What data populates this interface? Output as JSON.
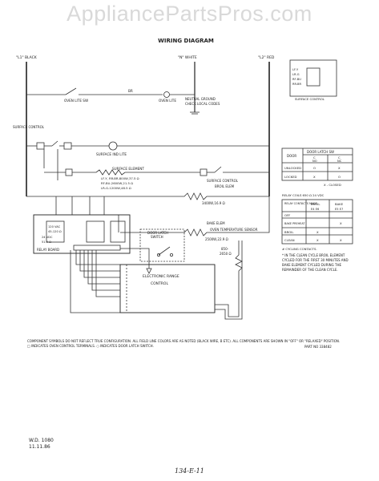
{
  "watermark": "AppliancePartsPros.com",
  "title": "WIRING DIAGRAM",
  "supply": {
    "l1": "\"L1\" BLACK",
    "n": "\"N\" WHITE",
    "l2": "\"L2\" RED"
  },
  "wire_labels": {
    "oven_lite_sw": "OVEN LITE SW",
    "oven_lite": "OVEN LITE",
    "br": "BR",
    "neutral_ground": "NEUTRAL GROUND",
    "check_local_codes": "CHECK LOCAL CODES",
    "surface_control": "SURFACE CONTROL",
    "surface_ind_lite": "SURFACE IND LITE",
    "surface_element": "SURFACE ELEMENT",
    "surface_control_right": "SURFACE CONTROL",
    "lf_spec": "LF-Y, RR-BR-800W,37.5 Ω",
    "rf_spec": "RF-BU-2600W,21.5 Ω",
    "lr_spec": "LR-G-1200W,48.5 Ω",
    "broil_elem": "BROIL ELEM",
    "broil_spec": "3400W,16.9 Ω",
    "bake_elem": "BAKE ELEM",
    "bake_spec": "2500W,22.9 Ω",
    "oven_temp_sensor": "OVEN TEMPERATURE SENSOR",
    "sensor_spec_a": "850-",
    "sensor_spec_b": "2650 Ω",
    "door_latch_switch_a": "DOOR LATCH",
    "door_latch_switch_b": "SWITCH",
    "electronic_range_control": "ELECTRONIC RANGE",
    "control": "CONTROL",
    "relay_board": "RELAY BOARD",
    "relay_a": "120 VAC",
    "relay_b": "45-120 Ω",
    "relay_c": "24 VDC",
    "relay_d": "51.4 Ω",
    "surface_control_inset": "SURFACE CONTROL",
    "inset_pins": [
      "LF-Y",
      "LR-G",
      "RF-BU",
      "RR-BR"
    ]
  },
  "door_latch_table": {
    "title": "DOOR LATCH SW",
    "col_head": "DOOR",
    "cols": [
      "C",
      "C"
    ],
    "subcols": [
      "NO",
      "NC"
    ],
    "rows": [
      {
        "label": "UNLOCKED",
        "v1": "O",
        "v2": "X"
      },
      {
        "label": "LOCKED",
        "v1": "X",
        "v2": "O"
      }
    ],
    "note": "X - CLOSED"
  },
  "relay_table": {
    "title": "RELAY COILS 650 Ω  24 VDC",
    "headers": [
      "RELAY CONTACTS MADE",
      "BROIL",
      "BAKE"
    ],
    "subheaders": [
      "",
      "E4 E6",
      "E5 E7"
    ],
    "rows": [
      {
        "label": "OFF",
        "v1": "",
        "v2": ""
      },
      {
        "label": "BAKE PREHEAT",
        "v1": "",
        "v2": "X"
      },
      {
        "label": "BROIL",
        "v1": "X",
        "v2": ""
      },
      {
        "label": "CLEAN",
        "v1": "X",
        "v2": "X"
      }
    ],
    "note1": "# CYCLING CONTACTS.",
    "note2": "* IN THE CLEAN CYCLE BROIL ELEMENT CYCLED FOR THE FIRST 30 MINUTES AND BAKE ELEMENT CYCLED DURING THE REMAINDER OF THE CLEAN CYCLE."
  },
  "footer_note": "COMPONENT SYMBOLS DO NOT REFLECT TRUE CONFIGURATION. ALL FIELD LINE COLORS ARE AS NOTED (BLACK WIRE, B ETC). ALL COMPONENTS ARE SHOWN IN \"OFF\" OR \"RELAXED\" POSITION.  □ INDICATES OVEN CONTROL TERMINALS.  ○ INDICATES DOOR LATCH SWITCH.",
  "part_no": "PART NO 338482",
  "wd": "W.D. 1080",
  "date": "11.11.86",
  "handwritten": "134-E-11"
}
